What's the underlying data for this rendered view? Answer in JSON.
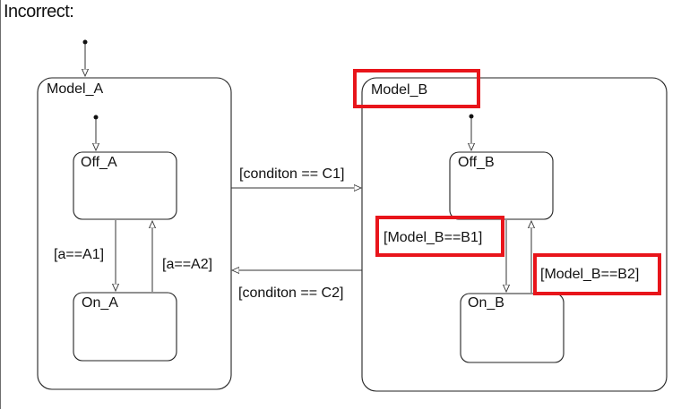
{
  "heading": "Incorrect:",
  "states": {
    "model_a": "Model_A",
    "off_a": "Off_A",
    "on_a": "On_A",
    "model_b": "Model_B",
    "off_b": "Off_B",
    "on_b": "On_B"
  },
  "transitions": {
    "a_off_to_on": "[a==A1]",
    "a_on_to_off": "[a==A2]",
    "to_b": "[conditon == C1]",
    "to_a": "[conditon == C2]",
    "b_off_to_on": "[Model_B==B1]",
    "b_on_to_off": "[Model_B==B2]"
  },
  "colors": {
    "highlight": "#e8151b",
    "stroke": "#222222",
    "background": "#ffffff"
  }
}
